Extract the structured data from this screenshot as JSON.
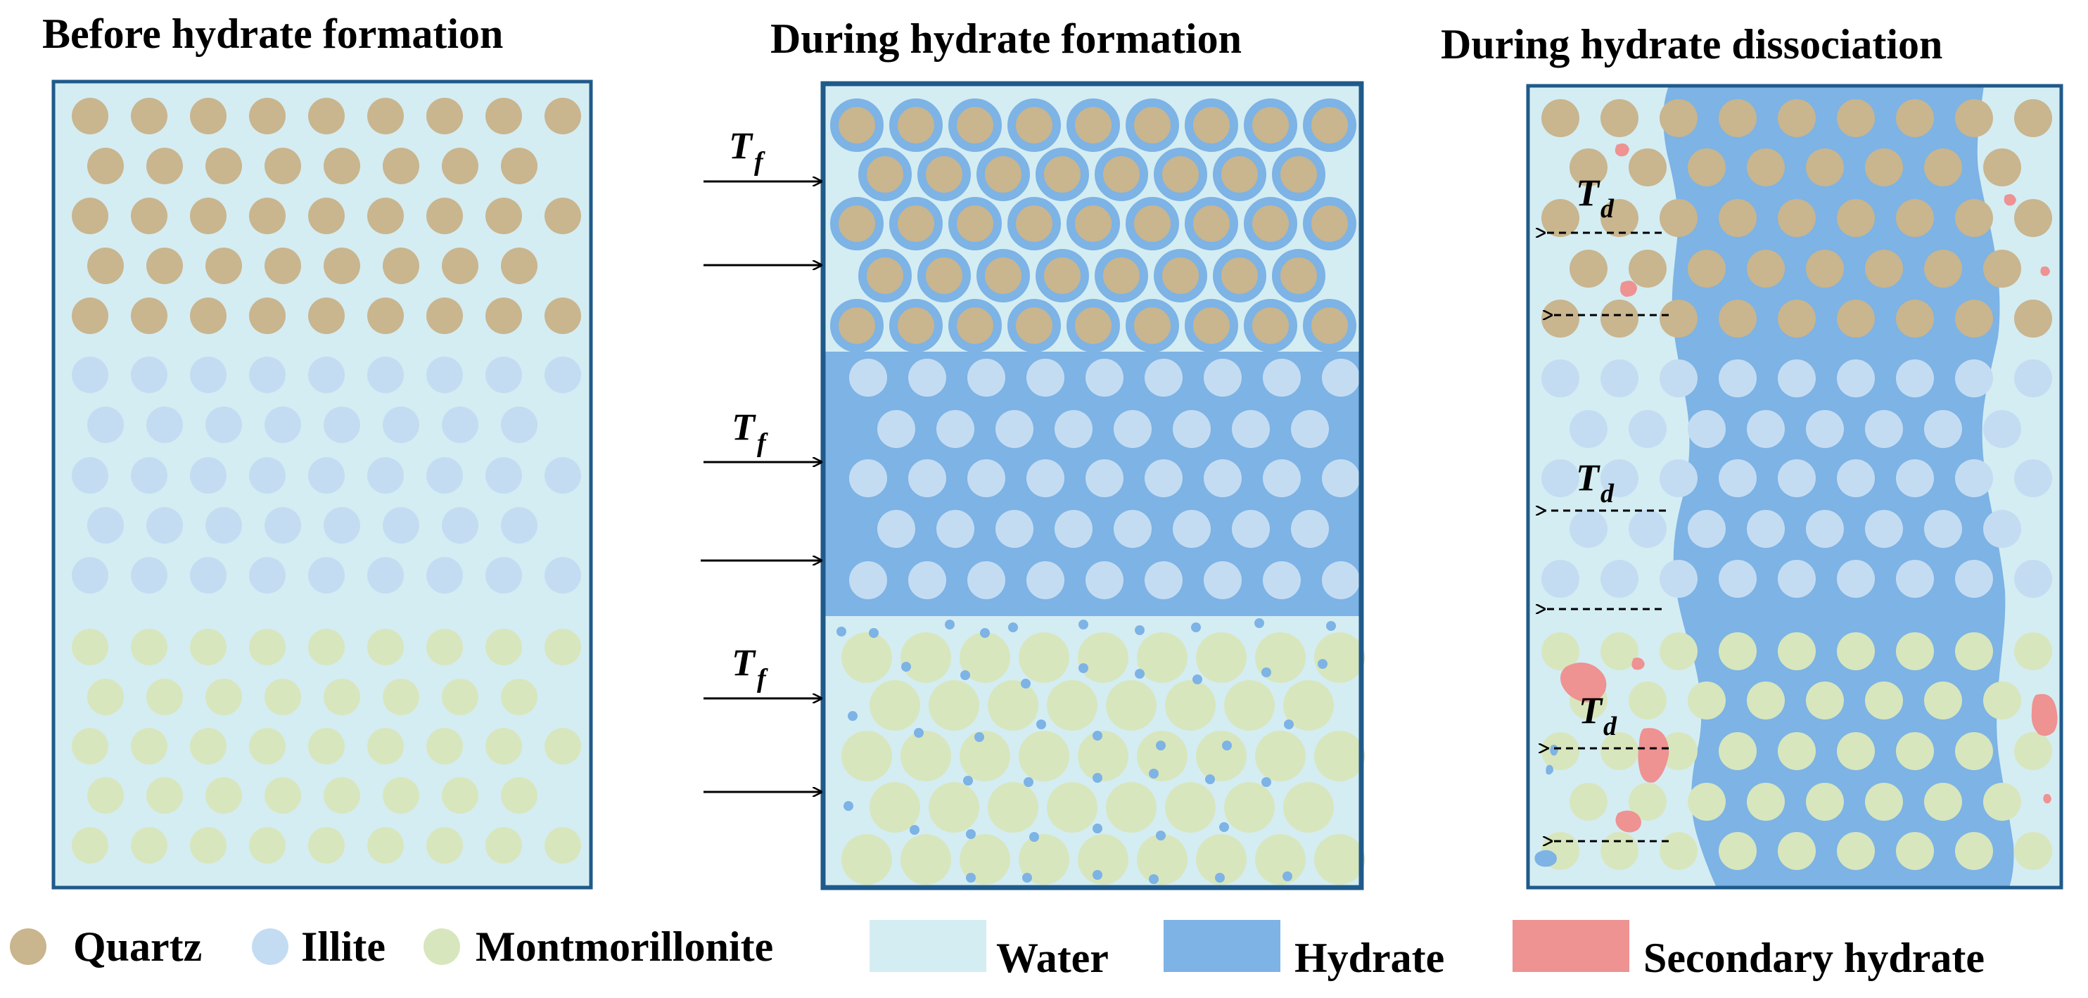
{
  "panels": [
    {
      "title": "Before hydrate formation"
    },
    {
      "title": "During hydrate formation"
    },
    {
      "title": "During hydrate dissociation"
    }
  ],
  "arrows": {
    "formation_label_main": "T",
    "formation_label_sub": "f",
    "dissociation_label_main": "T",
    "dissociation_label_sub": "d"
  },
  "legend": {
    "quartz": "Quartz",
    "illite": "Illite",
    "montmorillonite": "Montmorillonite",
    "water": "Water",
    "hydrate": "Hydrate",
    "secondary_hydrate": "Secondary hydrate"
  },
  "colors": {
    "quartz": "#C9B58E",
    "illite": "#C4DCF2",
    "montmorillonite": "#D8E6BD",
    "water": "#D4EDF3",
    "hydrate": "#7DB3E5",
    "secondary_hydrate": "#EE9292",
    "border": "#1F5A8A"
  }
}
